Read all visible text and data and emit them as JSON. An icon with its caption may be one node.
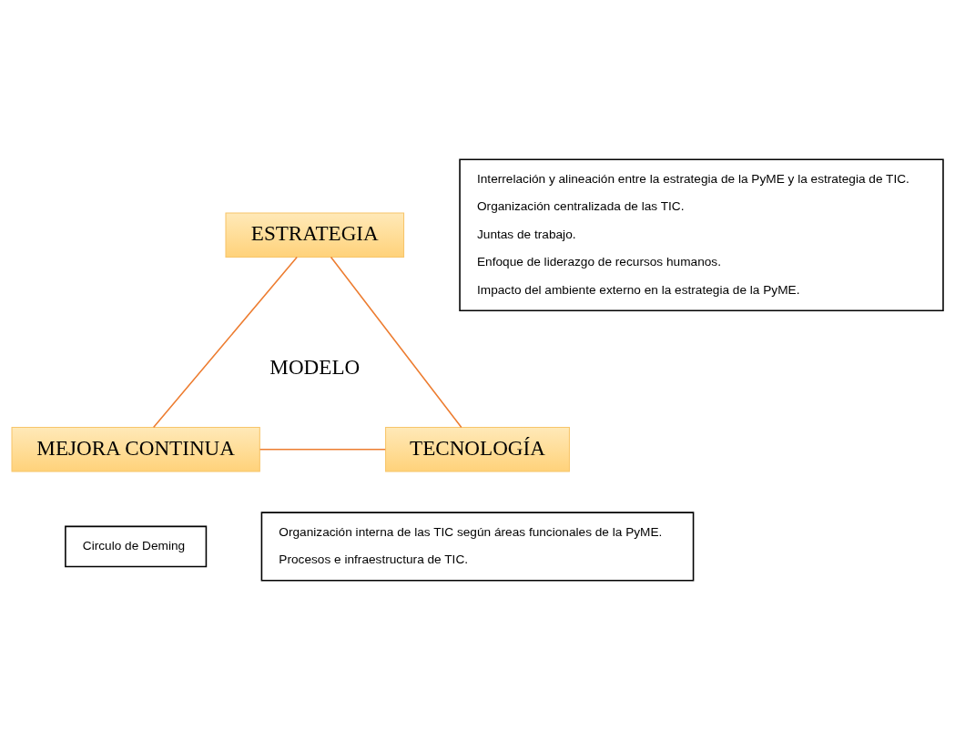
{
  "diagram": {
    "nodes": [
      {
        "text": [
          "ESTRATEGIA"
        ]
      },
      {
        "text": [
          "Interrelación y alineación entre la estrategia de la PyME y la estrategia de TIC.",
          "Organización centralizada de las TIC.",
          "Juntas de trabajo.",
          "Enfoque de liderazgo de recursos humanos.",
          "Impacto del ambiente externo en la estrategia de la PyME."
        ]
      },
      {
        "text": [
          "MEJORA CONTINUA"
        ]
      },
      {
        "text": [
          "Circulo de Deming"
        ]
      },
      {
        "text": [
          "TECNOLOGÍA"
        ]
      },
      {
        "text": [
          "Organización interna de las TIC según áreas funcionales de la PyME.",
          "Procesos e infraestructura de TIC."
        ]
      }
    ],
    "edges": [
      {
        "from": 0,
        "to": 2,
        "arrow": "none"
      },
      {
        "from": 0,
        "to": 4,
        "arrow": "none"
      },
      {
        "from": 2,
        "to": 4,
        "arrow": "none"
      }
    ],
    "labels": [
      "MODELO"
    ]
  }
}
